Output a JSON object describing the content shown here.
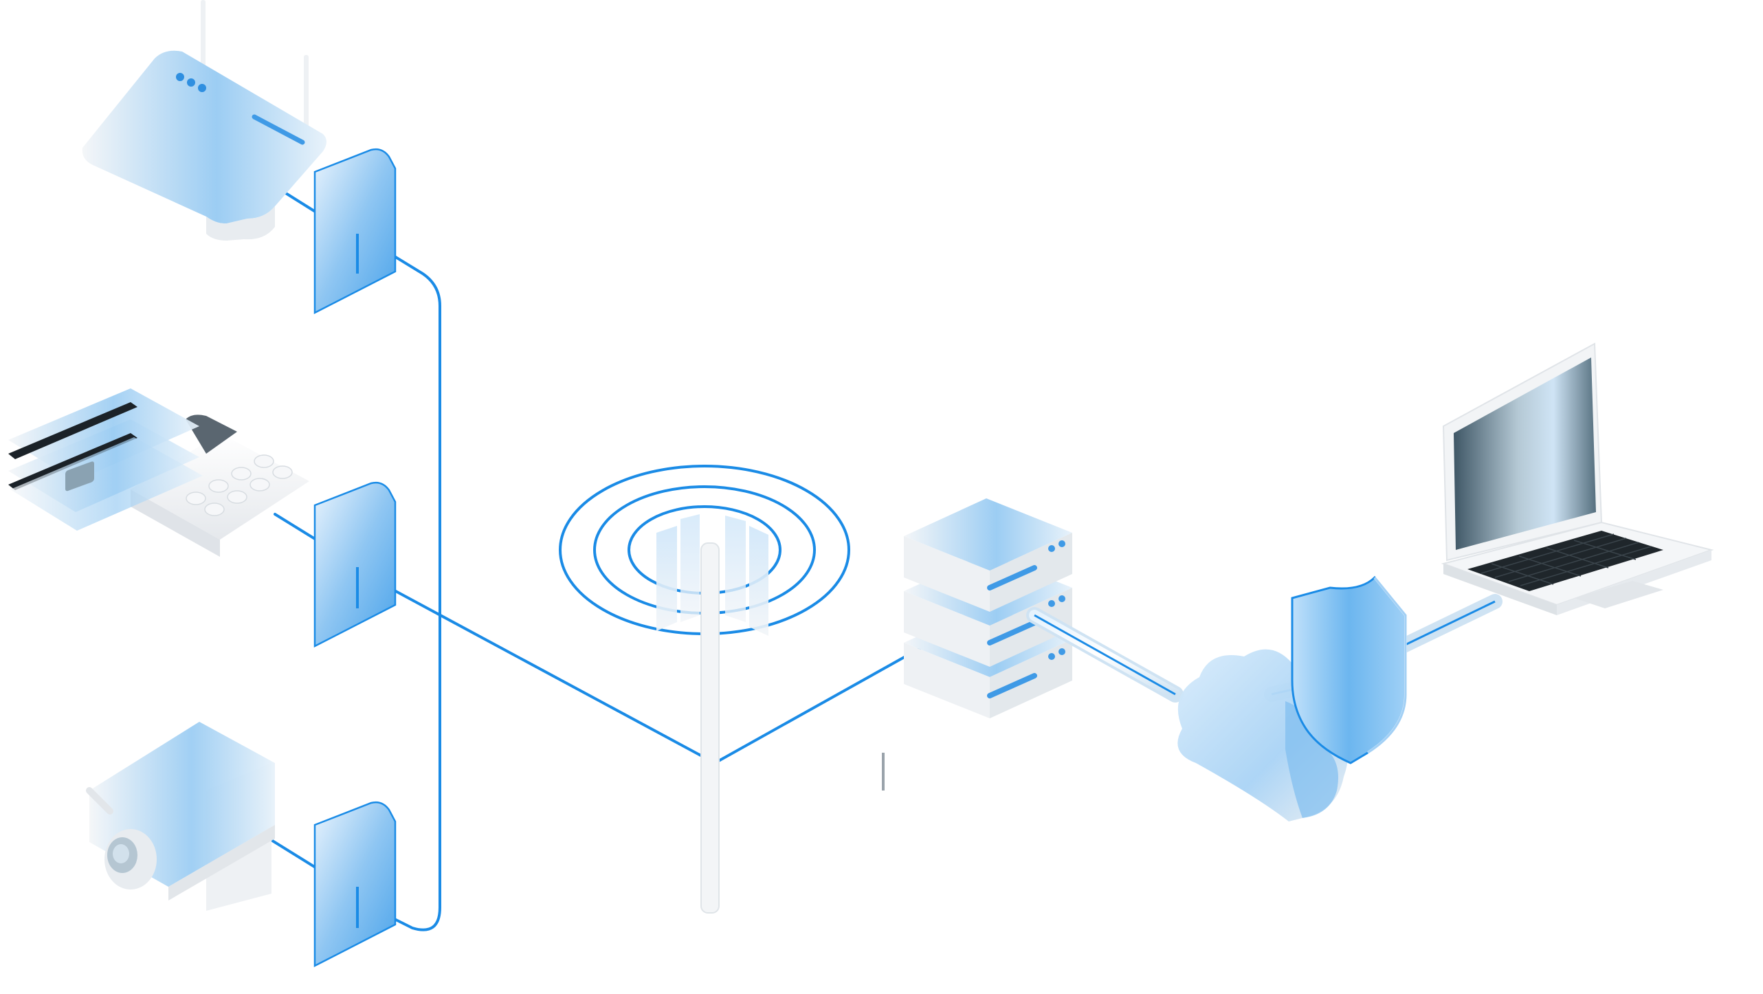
{
  "colors": {
    "link": "#1a8be6",
    "device_blue": "#4aa8ee",
    "device_light": "#e6f3fd",
    "device_white": "#f6f8fa",
    "screen_dark": "#56707f",
    "keys": "#1f262b"
  },
  "devices": [
    {
      "id": "router",
      "icon": "wifi-router-icon"
    },
    {
      "id": "payment-terminal",
      "icon": "payment-terminal-icon"
    },
    {
      "id": "security-camera",
      "icon": "security-camera-icon"
    },
    {
      "id": "cell-tower",
      "icon": "cell-tower-icon"
    },
    {
      "id": "server",
      "icon": "server-stack-icon"
    },
    {
      "id": "cloud",
      "icon": "cloud-icon"
    },
    {
      "id": "firewall",
      "icon": "shield-icon"
    },
    {
      "id": "laptop",
      "icon": "laptop-icon"
    }
  ],
  "modules": [
    "cellular-module-icon",
    "cellular-module-icon",
    "cellular-module-icon"
  ],
  "connections": [
    {
      "from": "router",
      "to": "module-1"
    },
    {
      "from": "payment-terminal",
      "to": "module-2"
    },
    {
      "from": "security-camera",
      "to": "module-3"
    },
    {
      "from": "module-1",
      "to": "module-3",
      "kind": "bus"
    },
    {
      "from": "module-2",
      "to": "cell-tower"
    },
    {
      "from": "cell-tower",
      "to": "server"
    },
    {
      "from": "server",
      "to": "cloud",
      "kind": "tunnel"
    },
    {
      "from": "cloud",
      "to": "firewall",
      "kind": "tunnel"
    },
    {
      "from": "firewall",
      "to": "laptop",
      "kind": "tunnel"
    }
  ]
}
